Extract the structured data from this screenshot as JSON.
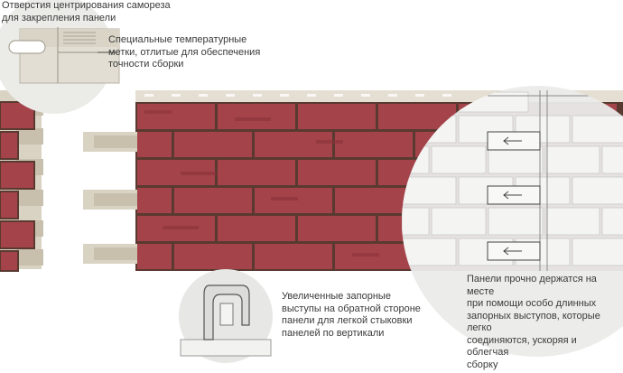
{
  "callouts": {
    "screw_holes": "Отверстия центрирования самореза\nдля закрепления панели",
    "temperature_marks": "Специальные температурные\nметки, отлитые для обеспечения\nточности сборки",
    "enlarged_locks": "Увеличенные запорные\nвыступы на обратной стороне\nпанели для легкой стыковки\nпанелей по вертикали",
    "panels_hold": "Панели прочно держатся на месте\nпри помощи особо длинных\nзапорных выступов, которые легко\nсоединяются, ускоряя и облегчая\nсборку"
  },
  "colors": {
    "brick": "#a4434a",
    "brick_dark": "#8a3239",
    "mortar": "#5a3a30",
    "panel_frame": "#d9d3c4",
    "lens_fill": "#e9e9e6",
    "line_dark": "#555555"
  },
  "icons": {
    "lock_arrow": "left-arrow-icon"
  }
}
